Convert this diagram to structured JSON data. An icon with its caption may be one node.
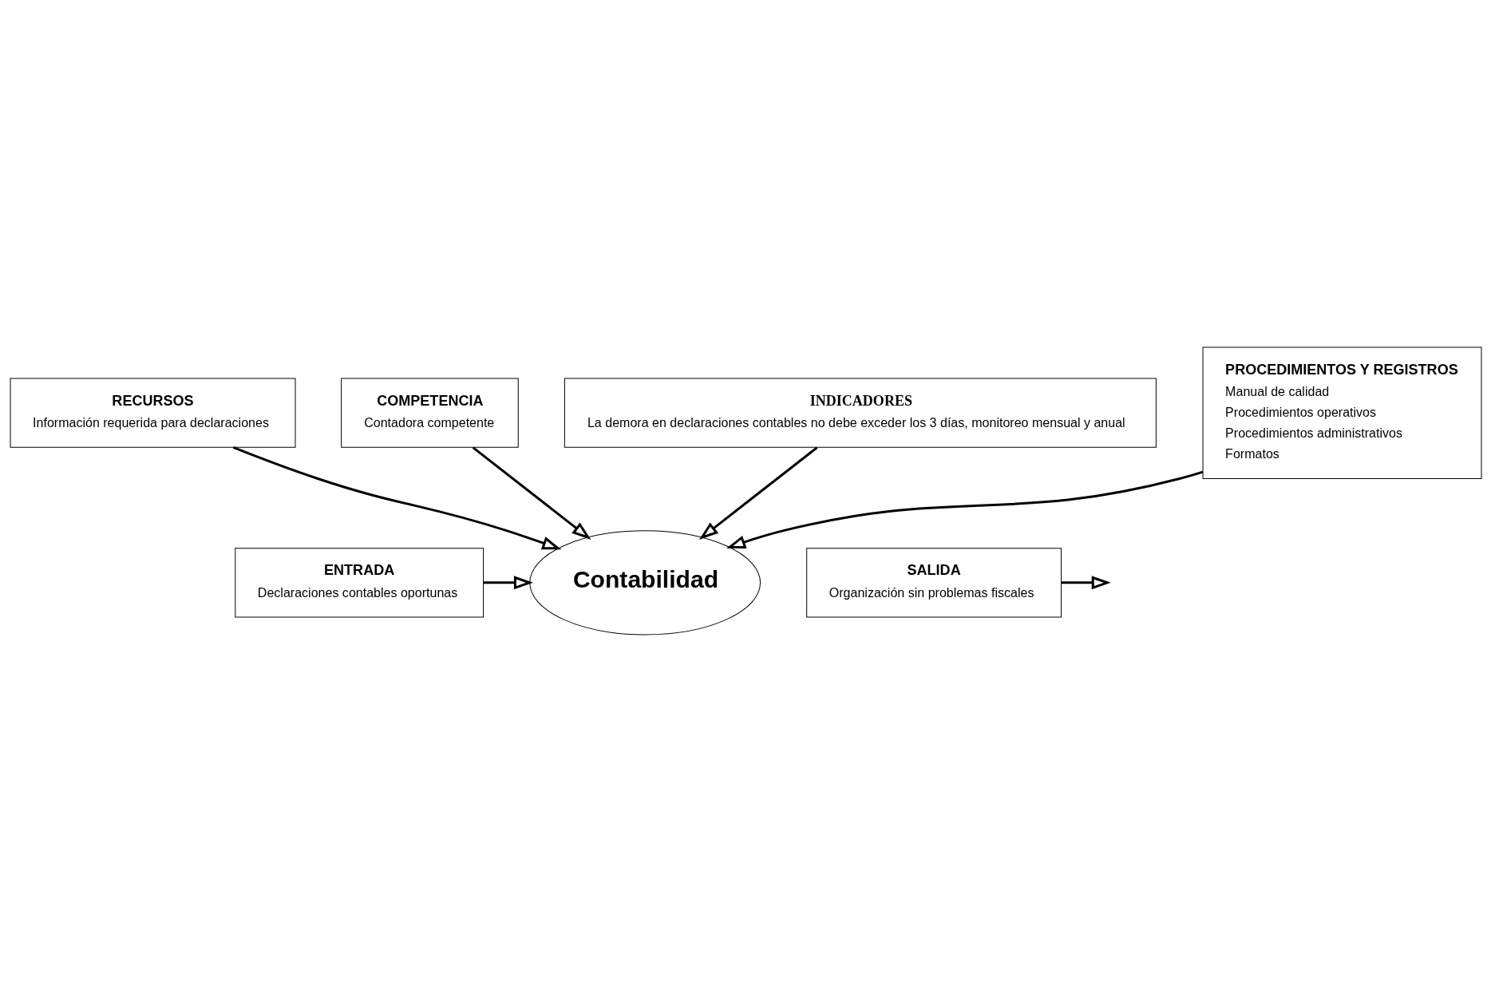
{
  "diagram": {
    "nodes": [
      {
        "text": [
          "RECURSOS",
          "Información requerida para declaraciones"
        ]
      },
      {
        "text": [
          "COMPETENCIA",
          "Contadora competente"
        ]
      },
      {
        "text": [
          "ENTRADA",
          "Declaraciones contables oportunas"
        ]
      },
      {
        "text": [
          "Contabilidad"
        ]
      },
      {
        "text": [
          "SALIDA",
          "Organización sin problemas fiscales"
        ]
      },
      {
        "text": [
          "INDICADORES",
          "La demora en declaraciones contables no debe exceder los 3 días, monitoreo mensual y anual"
        ]
      },
      {
        "text": [
          "PROCEDIMIENTOS Y REGISTROS",
          "Manual de calidad",
          "Procedimientos operativos",
          "Procedimientos administrativos",
          "Formatos"
        ]
      }
    ],
    "edges": [
      {
        "from": 0,
        "to": 3,
        "arrow": "to"
      },
      {
        "from": 1,
        "to": 3,
        "arrow": "to"
      },
      {
        "from": 2,
        "to": 3,
        "arrow": "to"
      },
      {
        "from": 4,
        "to": null,
        "arrow": "to"
      },
      {
        "from": 5,
        "to": 3,
        "arrow": "to"
      },
      {
        "from": 6,
        "to": 3,
        "arrow": "to"
      }
    ]
  }
}
